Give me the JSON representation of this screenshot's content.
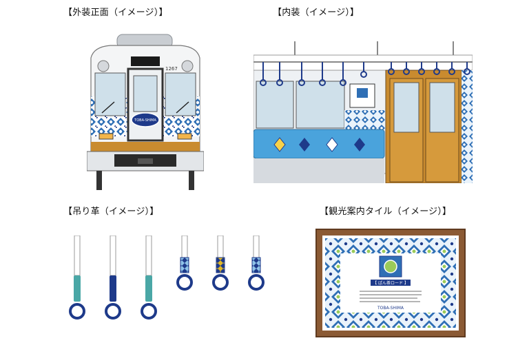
{
  "captions": {
    "exterior": "【外装正面（イメージ）】",
    "interior": "【内装（イメージ）】",
    "straps": "【吊り革（イメージ）】",
    "tile": "【観光案内タイル（イメージ）】"
  },
  "train": {
    "car_number": "1267",
    "emblem_text": "TOBA-SHIMA"
  },
  "tile_board": {
    "title": "【 ぱん茶ロード 】",
    "logo_text": "TOBA-SHIMA"
  },
  "colors": {
    "navy": "#1e3a8a",
    "blue": "#2f6fb5",
    "light_blue": "#8fc3e8",
    "seat_blue": "#4aa3dc",
    "door_wood": "#c98b2f",
    "frame_brown": "#7a4a2a",
    "teal": "#4aa7a6",
    "strap_yellow": "#e1b829"
  },
  "straps": [
    {
      "type": "triangle-ring",
      "grip": "teal"
    },
    {
      "type": "triangle-ring",
      "grip": "navy"
    },
    {
      "type": "triangle-ring",
      "grip": "teal"
    },
    {
      "type": "round-ring",
      "grip": "tile-blue"
    },
    {
      "type": "round-ring",
      "grip": "tile-yellow"
    },
    {
      "type": "round-ring",
      "grip": "tile-blue"
    }
  ]
}
